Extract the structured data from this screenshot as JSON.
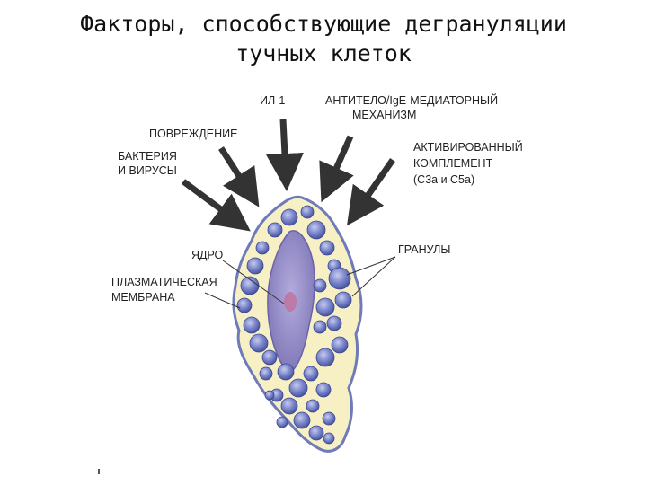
{
  "slide": {
    "title_line1": "Факторы, способствующие дегрануляции",
    "title_line2": "тучных клеток"
  },
  "labels": {
    "il1": "ИЛ-1",
    "antibody_line1": "АНТИТЕЛО/IgE-МЕДИАТОРНЫЙ",
    "antibody_line2": "МЕХАНИЗМ",
    "damage": "ПОВРЕЖДЕНИЕ",
    "bacteria_line1": "БАКТЕРИЯ",
    "bacteria_line2": "И ВИРУСЫ",
    "complement_line1": "АКТИВИРОВАННЫЙ",
    "complement_line2": "КОМПЛЕМЕНТ",
    "complement_line3": "(C3a и C5a)",
    "nucleus": "ЯДРО",
    "granules": "ГРАНУЛЫ",
    "membrane_line1": "ПЛАЗМАТИЧЕСКАЯ",
    "membrane_line2": "МЕМБРАНА"
  },
  "colors": {
    "cytoplasm": "#f6f0c4",
    "membrane": "#6f7ab8",
    "nucleus": "#8f88c4",
    "nucleolus": "#c0709a",
    "granule": "#7a86cc",
    "granule_dark": "#4a55a0",
    "arrow": "#333333"
  }
}
